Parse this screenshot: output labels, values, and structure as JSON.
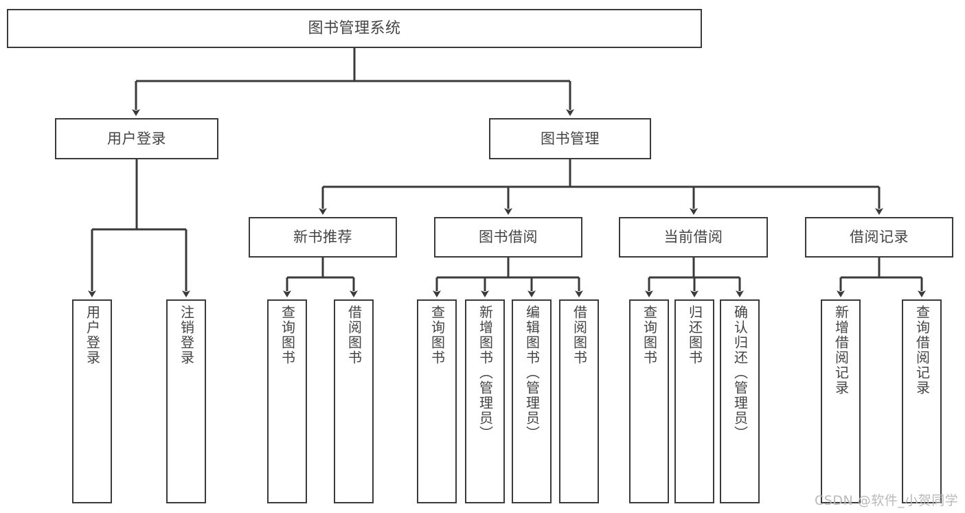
{
  "diagram": {
    "title": "图书管理系统",
    "type": "tree-hierarchy-chart",
    "watermark": "CSDN @软件_小贺同学",
    "root": {
      "label": "图书管理系统"
    },
    "level2": [
      {
        "label": "用户登录"
      },
      {
        "label": "图书管理"
      }
    ],
    "level3": [
      {
        "label": "新书推荐"
      },
      {
        "label": "图书借阅"
      },
      {
        "label": "当前借阅"
      },
      {
        "label": "借阅记录"
      }
    ],
    "leaves": {
      "user_login": [
        {
          "label": "用户登录"
        },
        {
          "label": "注销登录"
        }
      ],
      "new_book_recommend": [
        {
          "label": "查询图书"
        },
        {
          "label": "借阅图书"
        }
      ],
      "book_borrow": [
        {
          "label": "查询图书"
        },
        {
          "label": "新增图书（管理员）"
        },
        {
          "label": "编辑图书（管理员）"
        },
        {
          "label": "借阅图书"
        }
      ],
      "current_borrow": [
        {
          "label": "查询图书"
        },
        {
          "label": "归还图书"
        },
        {
          "label": "确认归还（管理员）"
        }
      ],
      "borrow_record": [
        {
          "label": "新增借阅记录"
        },
        {
          "label": "查询借阅记录"
        }
      ]
    },
    "colors": {
      "box_border": "#3a3a3a",
      "connector": "#3a3a3a",
      "text": "#444444",
      "background": "#ffffff",
      "watermark": "#b9b9b9"
    }
  }
}
